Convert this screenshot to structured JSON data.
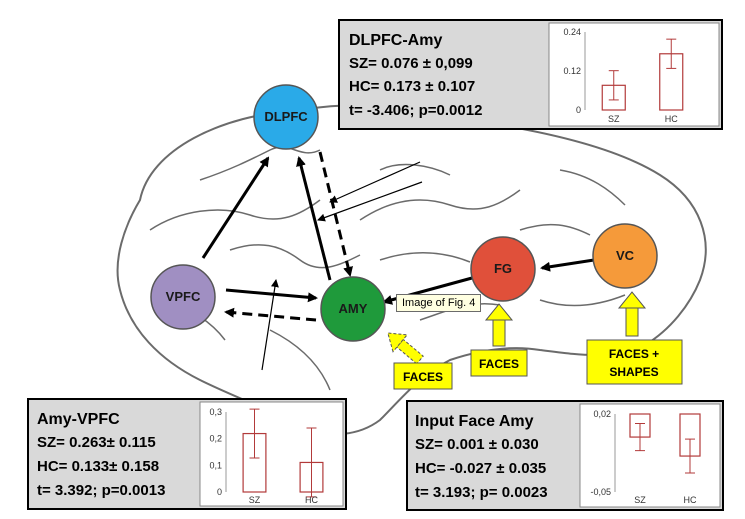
{
  "nodes": {
    "dlpfc": {
      "label": "DLPFC",
      "color": "#2aaae8"
    },
    "vpfc": {
      "label": "VPFC",
      "color": "#a08fc2"
    },
    "amy": {
      "label": "AMY",
      "color": "#1f9a3b"
    },
    "fg": {
      "label": "FG",
      "color": "#e0503a"
    },
    "vc": {
      "label": "VC",
      "color": "#f59a3a"
    }
  },
  "inputs": {
    "faces_amy": "FACES",
    "faces_fg": "FACES",
    "faces_shapes": [
      "FACES +",
      "SHAPES"
    ],
    "input_color": "#ffff00"
  },
  "tooltip": "Image of Fig. 4",
  "panels": {
    "dlpfc_amy": {
      "title": "DLPFC-Amy",
      "sz": "SZ= 0.076 ± 0,099",
      "hc": "HC= 0.173 ± 0.107",
      "stat": "t= -3.406; p=0.0012",
      "chart_data": {
        "type": "bar",
        "categories": [
          "SZ",
          "HC"
        ],
        "values": [
          0.076,
          0.173
        ],
        "errors": [
          0.045,
          0.045
        ],
        "yticks": [
          "0.24",
          "0.12",
          "0"
        ],
        "ylim": [
          0,
          0.24
        ]
      }
    },
    "amy_vpfc": {
      "title": "Amy-VPFC",
      "sz": "SZ= 0.263± 0.115",
      "hc": "HC= 0.133± 0.158",
      "stat": "t= 3.392; p=0.0013",
      "chart_data": {
        "type": "bar",
        "categories": [
          "SZ",
          "HC"
        ],
        "values": [
          0.263,
          0.133
        ],
        "errors": [
          0.11,
          0.155
        ],
        "yticks": [
          "0,3",
          "0,2",
          "0,1",
          "0"
        ],
        "ylim": [
          0,
          0.36
        ]
      }
    },
    "input_face_amy": {
      "title": "Input Face Amy",
      "sz": "SZ= 0.001 ± 0.030",
      "hc": "HC= -0.027 ± 0.035",
      "stat": "t= 3.193; p= 0.0023",
      "chart_data": {
        "type": "bar",
        "categories": [
          "SZ",
          "HC"
        ],
        "values": [
          0.001,
          -0.027
        ],
        "errors": [
          0.02,
          0.025
        ],
        "yticks": [
          "0,02",
          "-0,05"
        ],
        "ylim": [
          -0.08,
          0.035
        ],
        "baseline": 0.035
      }
    }
  }
}
